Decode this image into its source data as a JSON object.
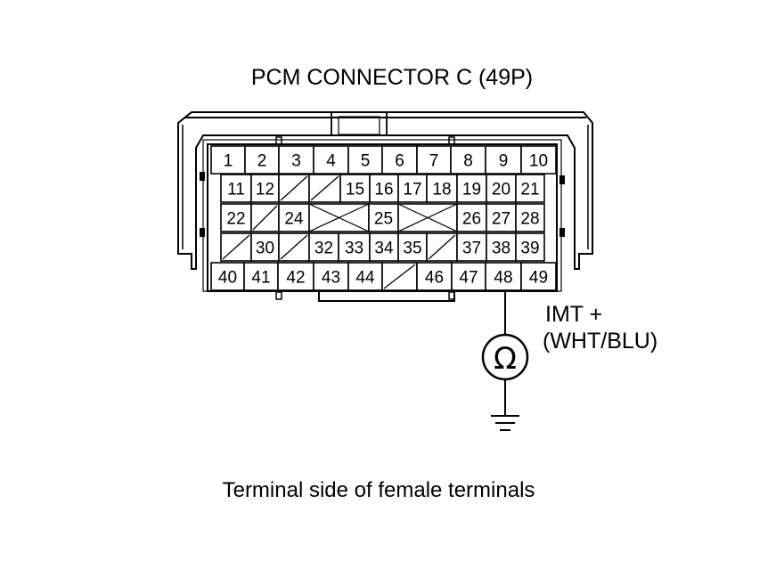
{
  "title": "PCM CONNECTOR C (49P)",
  "caption": "Terminal side of female terminals",
  "probe": {
    "label_line1": "IMT +",
    "label_line2": "(WHT/BLU)",
    "terminal": "48",
    "meter_symbol": "Ω",
    "ground_icon": "ground-icon"
  },
  "rows": [
    [
      "1",
      "2",
      "3",
      "4",
      "5",
      "6",
      "7",
      "8",
      "9",
      "10"
    ],
    [
      "11",
      "12",
      "",
      "",
      "15",
      "16",
      "17",
      "18",
      "19",
      "20",
      "21"
    ],
    [
      "22",
      "",
      "24",
      "",
      "25",
      "",
      "26",
      "27",
      "28"
    ],
    [
      "",
      "30",
      "",
      "32",
      "33",
      "34",
      "35",
      "",
      "37",
      "38",
      "39"
    ],
    [
      "40",
      "41",
      "42",
      "43",
      "44",
      "",
      "46",
      "47",
      "48",
      "49"
    ]
  ],
  "colors": {
    "line": "#000000",
    "background": "#ffffff"
  }
}
